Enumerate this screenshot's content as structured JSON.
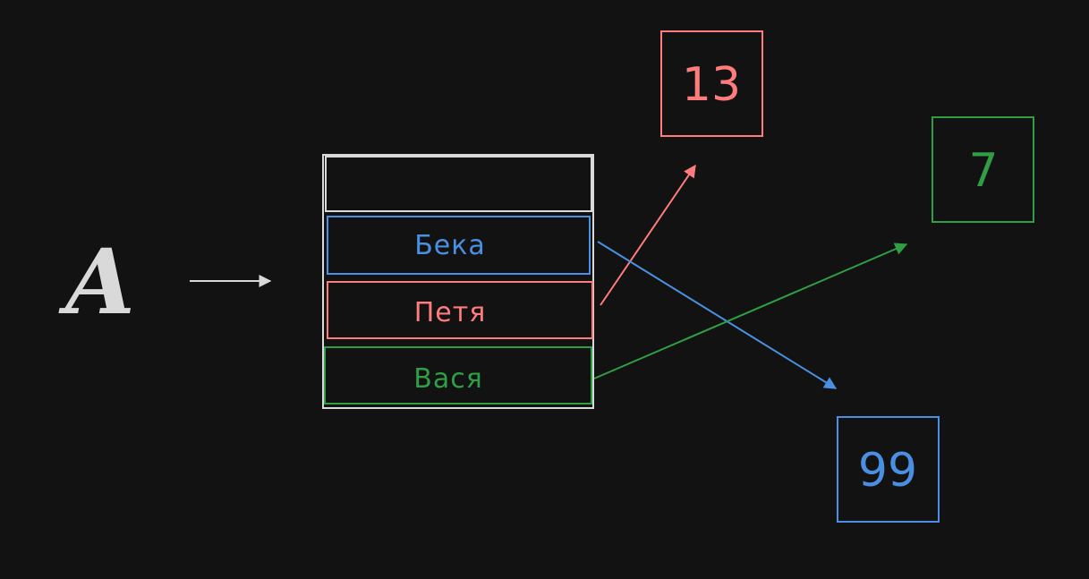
{
  "diagram": {
    "variable_label": "A",
    "array": {
      "items": [
        {
          "label": "",
          "color": "#d9d9d9"
        },
        {
          "label": "Бека",
          "color": "#4a90e2"
        },
        {
          "label": "Петя",
          "color": "#ff7c7c"
        },
        {
          "label": "Вася",
          "color": "#2f9e44"
        }
      ]
    },
    "values": [
      {
        "id": "value-13",
        "text": "13",
        "color": "#ff7c7c"
      },
      {
        "id": "value-7",
        "text": "7",
        "color": "#2f9e44"
      },
      {
        "id": "value-99",
        "text": "99",
        "color": "#4a90e2"
      }
    ],
    "colors": {
      "background": "#121212",
      "outline": "#d9d9d9",
      "red": "#ff7c7c",
      "blue": "#4a90e2",
      "green": "#2f9e44"
    }
  }
}
